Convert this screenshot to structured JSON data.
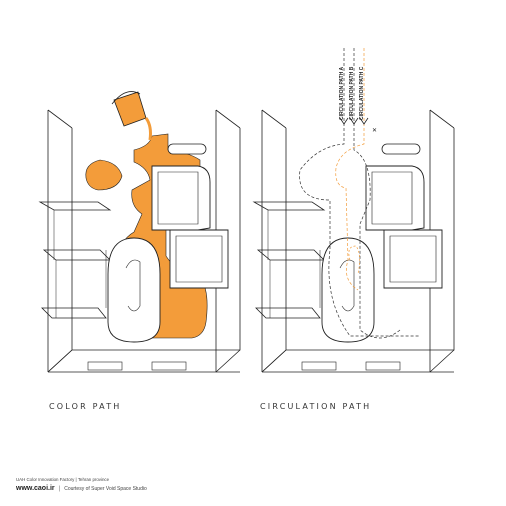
{
  "captions": {
    "left": "COLOR PATH",
    "right": "CIRCULATION PATH"
  },
  "legend": {
    "path_a": "CIRCULATION PATH A",
    "path_b": "CIRCULATION PATH B",
    "path_c": "CIRCULATION PATH C"
  },
  "credits": {
    "project": "UAH Color Innovation Factory | Tehran province",
    "site": "www.caoi.ir",
    "separator": "|",
    "courtesy": "Courtesy of Super Void Space Studio"
  },
  "colors": {
    "accent": "#F39C3A",
    "line": "#222222",
    "path_dashed": "#333333",
    "path_orange": "#F39C3A"
  }
}
